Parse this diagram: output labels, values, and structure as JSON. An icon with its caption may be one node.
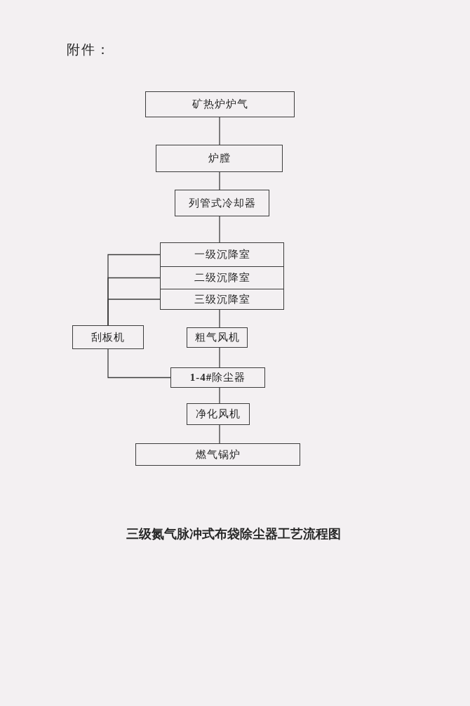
{
  "diagram": {
    "caption": "三级氮气脉冲式布袋除尘器工艺流程图",
    "nodes": [
      {
        "text": [
          "矿热炉炉气"
        ]
      },
      {
        "text": [
          "炉膛"
        ]
      },
      {
        "text": [
          "列管式冷却器"
        ]
      },
      {
        "text": [
          "一级沉降室"
        ]
      },
      {
        "text": [
          "二级沉降室"
        ]
      },
      {
        "text": [
          "三级沉降室"
        ]
      },
      {
        "text": [
          "刮板机"
        ]
      },
      {
        "text": [
          "粗气风机"
        ]
      },
      {
        "text": [
          "**1-4#**除尘器"
        ]
      },
      {
        "text": [
          "净化风机"
        ]
      },
      {
        "text": [
          "燃气锅炉"
        ]
      }
    ],
    "edges": [
      {
        "from": 0,
        "to": 1,
        "arrow": "none"
      },
      {
        "from": 1,
        "to": 2,
        "arrow": "none"
      },
      {
        "from": 2,
        "to": 3,
        "arrow": "none"
      },
      {
        "from": 3,
        "to": 6,
        "arrow": "none"
      },
      {
        "from": 4,
        "to": 6,
        "arrow": "none"
      },
      {
        "from": 5,
        "to": 6,
        "arrow": "none"
      },
      {
        "from": 5,
        "to": 7,
        "arrow": "none"
      },
      {
        "from": 6,
        "to": 8,
        "arrow": "none"
      },
      {
        "from": 7,
        "to": 8,
        "arrow": "none"
      },
      {
        "from": 8,
        "to": 9,
        "arrow": "none"
      },
      {
        "from": 9,
        "to": 10,
        "arrow": "none"
      }
    ],
    "labels": [
      "附件："
    ]
  }
}
